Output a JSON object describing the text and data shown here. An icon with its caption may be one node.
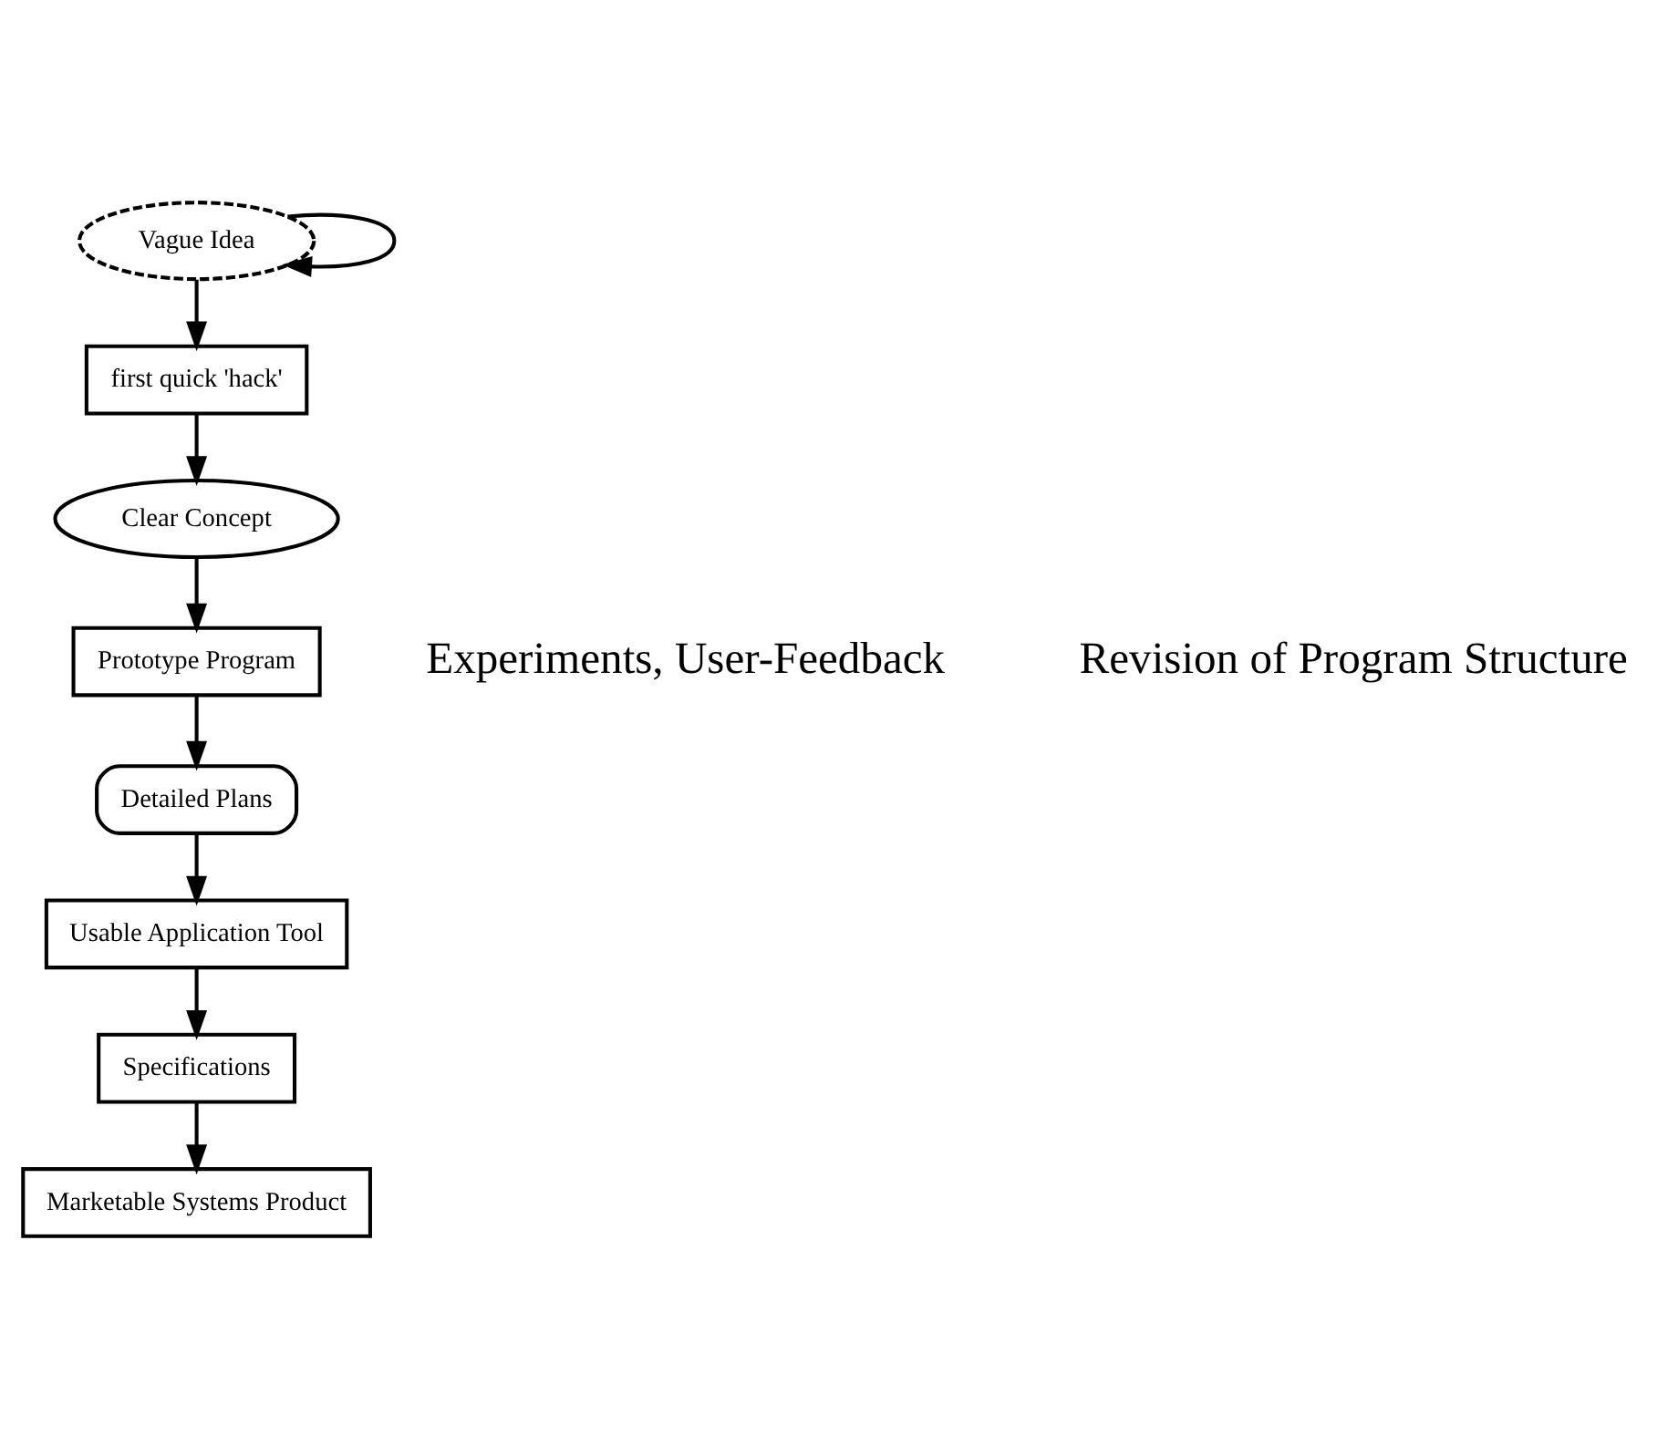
{
  "diagram": {
    "nodes": [
      {
        "text": [
          "Specifications"
        ]
      },
      {
        "text": [
          "Detailed Plans"
        ]
      },
      {
        "text": [
          "Clear Concept"
        ]
      },
      {
        "text": [
          "Vague Idea"
        ]
      },
      {
        "text": [
          "first quick 'hack'"
        ]
      },
      {
        "text": [
          "Prototype Program"
        ]
      },
      {
        "text": [
          "Usable Application Tool"
        ]
      },
      {
        "text": [
          "Marketable Systems Product"
        ]
      }
    ],
    "edges": [
      {
        "from": 3,
        "to": 3,
        "arrow": "to"
      },
      {
        "from": 3,
        "to": 4,
        "arrow": "to"
      },
      {
        "from": 4,
        "to": 2,
        "arrow": "to"
      },
      {
        "from": 2,
        "to": 5,
        "arrow": "to"
      },
      {
        "from": 5,
        "to": 1,
        "arrow": "to"
      },
      {
        "from": 1,
        "to": 6,
        "arrow": "to"
      },
      {
        "from": 6,
        "to": 0,
        "arrow": "to"
      },
      {
        "from": 0,
        "to": 7,
        "arrow": "to"
      }
    ],
    "labels": [
      "Experiments, User-Feedback",
      "Revision of Program Structure"
    ]
  }
}
